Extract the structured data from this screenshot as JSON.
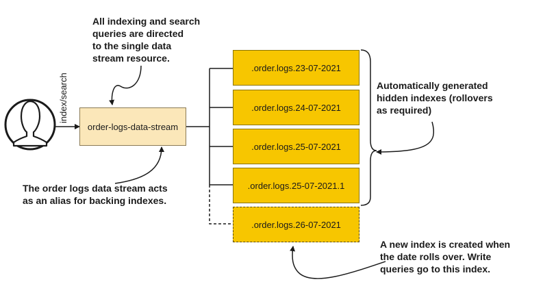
{
  "notes": {
    "top": "All indexing and search\nqueries are directed\nto the single data\nstream resource.",
    "alias": "The order logs data stream acts\nas an alias for backing indexes.",
    "hidden": "Automatically generated\nhidden indexes (rollovers\nas required)",
    "new_index": "A new index is created when\nthe date rolls over. Write\nqueries go to this index."
  },
  "edge_label": "index/search",
  "data_stream": "order-logs-data-stream",
  "indexes": [
    ".order.logs.23-07-2021",
    ".order.logs.24-07-2021",
    ".order.logs.25-07-2021",
    ".order.logs.25-07-2021.1"
  ],
  "new_index": ".order.logs.26-07-2021",
  "colors": {
    "stream_fill": "#fbe7b9",
    "index_fill": "#f7c600"
  }
}
